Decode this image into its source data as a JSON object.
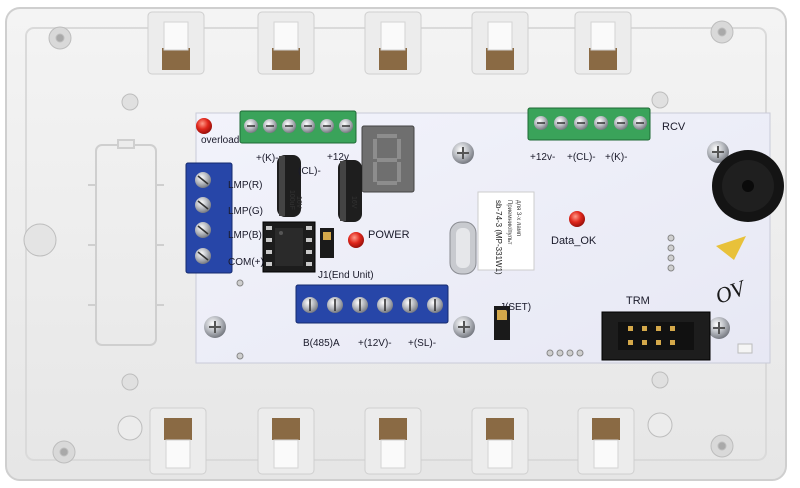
{
  "board": {
    "labels": {
      "overload": "overload",
      "plus_k_top": "+(K)-",
      "cl_top": "(CL)-",
      "plus_12v_top": "+12v",
      "rcv": "RCV",
      "plus_12v_rcv": "+12v-",
      "cl_rcv": "+(CL)-",
      "k_rcv": "+(K)-",
      "lmp_r": "LMP(R)",
      "lmp_g": "LMP(G)",
      "lmp_b": "LMP(B)",
      "com": "COM(+)",
      "power": "POWER",
      "data_ok": "Data_OK",
      "j1": "J1(End Unit)",
      "set": "J(SET)",
      "trm": "TRM",
      "b485": "B(485)A",
      "plus12v_bottom": "+(12V)-",
      "sl": "+(SL)-",
      "sticker_line1": "sb-74-3 (MP-331W1)",
      "sticker_line2": "Приемник/пульт",
      "sticker_line3": "для 3-х ламп",
      "cap1_line1": "100uF",
      "cap1_line2": "16V",
      "cap2_line1": "16V",
      "handwritten": "OV"
    }
  }
}
